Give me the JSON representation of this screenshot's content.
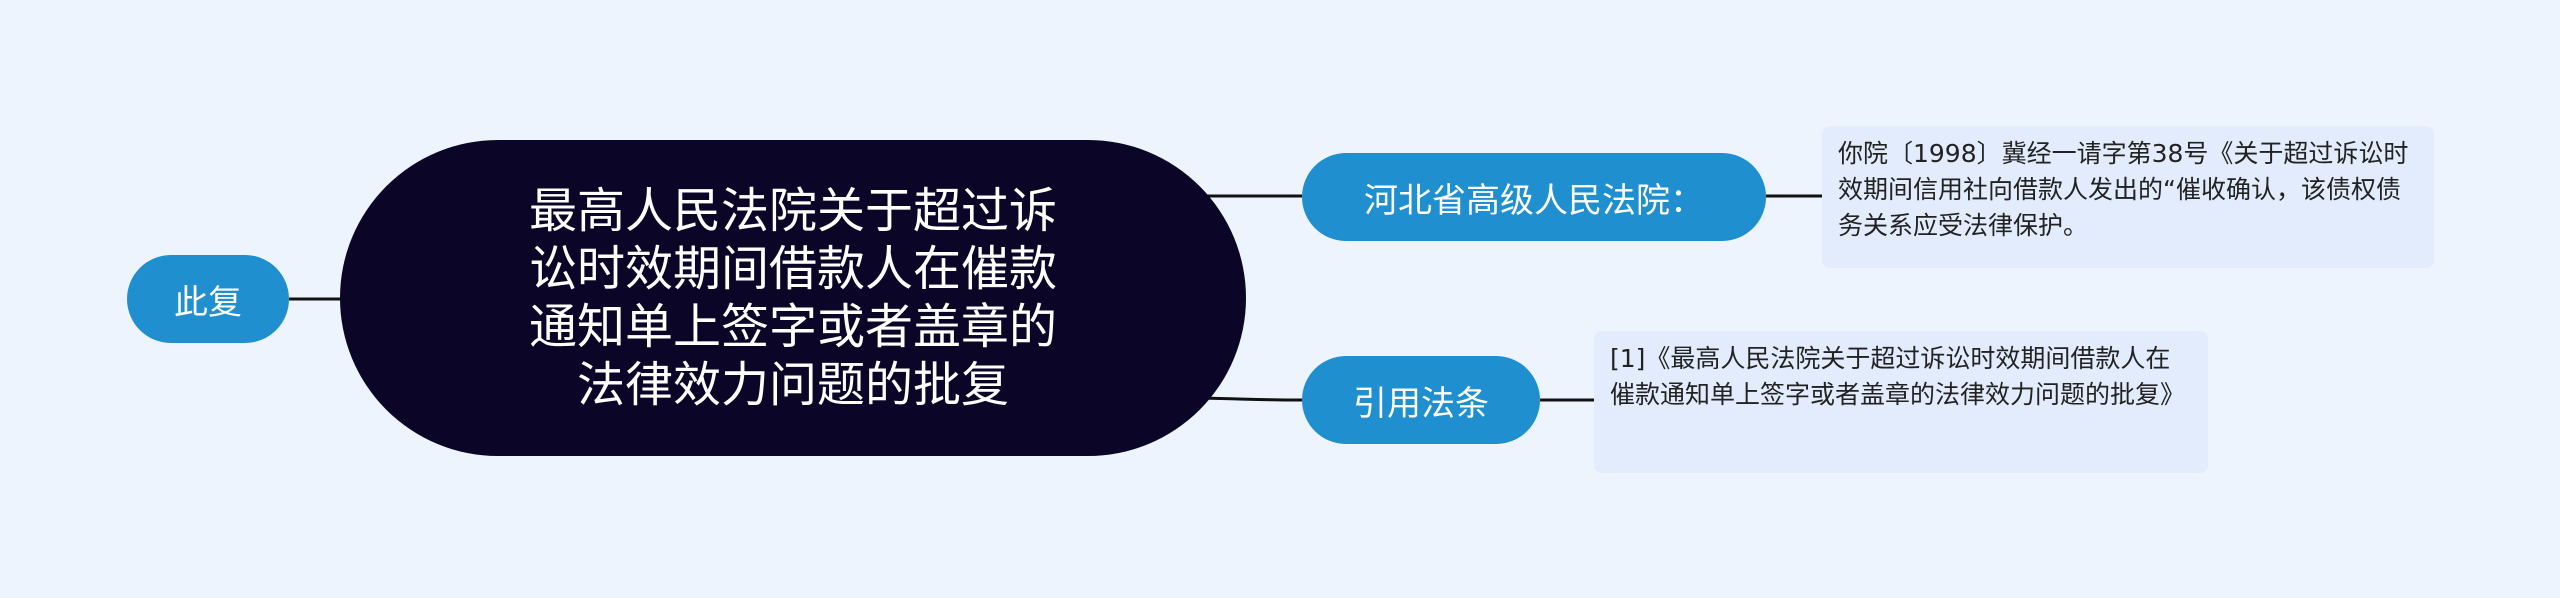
{
  "mindmap": {
    "root": {
      "label": "最高人民法院关于超过诉讼时效期间借款人在催款通知单上签字或者盖章的法律效力问题的批复"
    },
    "left_branch": {
      "label": "此复"
    },
    "right_branches": [
      {
        "label": "河北省高级人民法院：",
        "detail": "你院〔1998〕冀经一请字第38号《关于超过诉讼时效期间信用社向借款人发出的“催收确认，该债权债务关系应受法律保护。"
      },
      {
        "label": "引用法条",
        "detail": "[1]《最高人民法院关于超过诉讼时效期间借款人在催款通知单上签字或者盖章的法律效力问题的批复》"
      }
    ],
    "colors": {
      "background": "#eef4fe",
      "root_fill": "#0b0628",
      "branch_fill": "#1f8fd0",
      "leaf_fill": "#e2ecfc",
      "connector": "#111111"
    }
  }
}
